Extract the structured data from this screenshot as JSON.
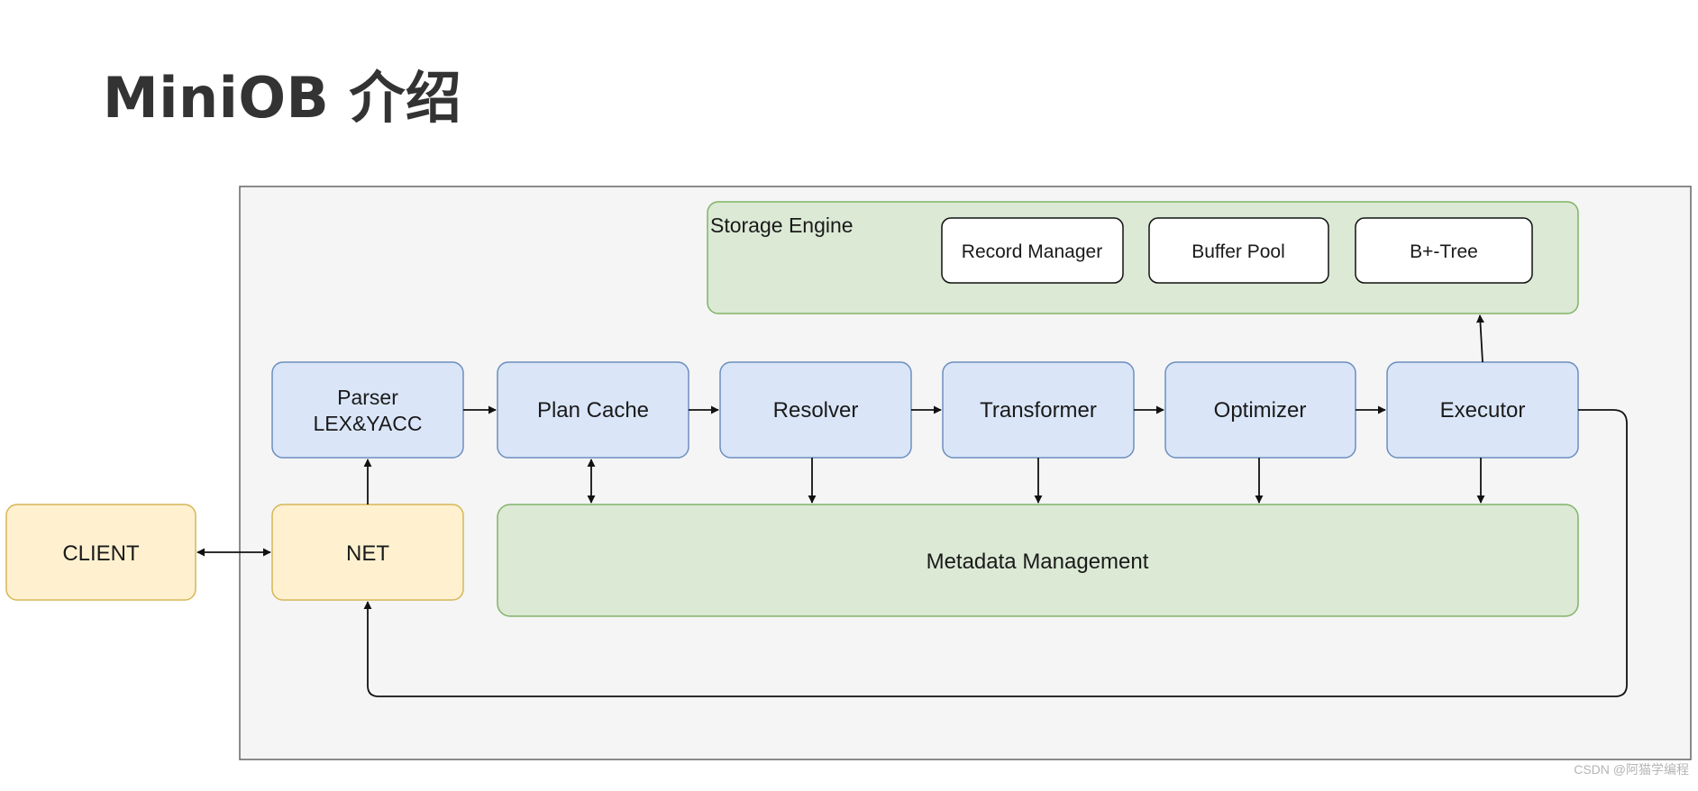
{
  "title": "MiniOB 介绍",
  "watermark": "CSDN @阿猫学编程",
  "storage_engine": {
    "label": "Storage Engine",
    "components": {
      "record_manager": "Record Manager",
      "buffer_pool": "Buffer Pool",
      "bplus_tree": "B+-Tree"
    }
  },
  "pipeline": {
    "parser": [
      "Parser",
      "LEX&YACC"
    ],
    "plan_cache": "Plan Cache",
    "resolver": "Resolver",
    "transformer": "Transformer",
    "optimizer": "Optimizer",
    "executor": "Executor"
  },
  "client": "CLIENT",
  "net": "NET",
  "metadata_management": "Metadata Management",
  "colors": {
    "container_fill": "#f5f5f5",
    "container_stroke": "#666666",
    "green_fill": "#dbe9d5",
    "green_stroke": "#82b366",
    "blue_fill": "#dae6f8",
    "blue_stroke": "#6c8ebf",
    "yellow_fill": "#fff1d0",
    "yellow_stroke": "#d6b656",
    "white_fill": "#ffffff",
    "edge": "#111111"
  }
}
